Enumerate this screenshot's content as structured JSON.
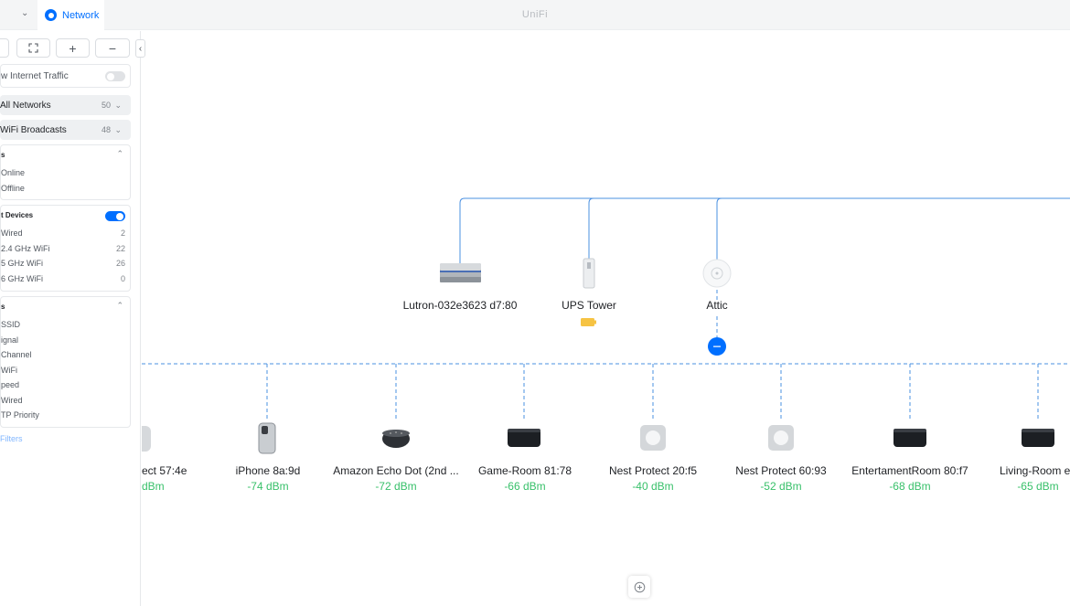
{
  "app": {
    "title": "UniFi",
    "tab_label": "Network",
    "tab_icon": "network-app-icon",
    "accent": "#006fff",
    "signal_color": "#38c06a",
    "link_color": "#4a90e2"
  },
  "toolbar": {
    "fit_icon": "fit-screen-icon",
    "zoom_in": "+",
    "zoom_out": "−",
    "collapse": "‹"
  },
  "sidebar": {
    "traffic": {
      "label": "w Internet Traffic",
      "enabled": false
    },
    "networks": {
      "label": "All Networks",
      "count": "50"
    },
    "wifi": {
      "label": "WiFi Broadcasts",
      "count": "48"
    },
    "status": {
      "title": "s",
      "items": [
        "Online",
        "Offline"
      ]
    },
    "devices": {
      "title": "t Devices",
      "enabled": true,
      "items": [
        {
          "label": "Wired",
          "count": "2"
        },
        {
          "label": "2.4 GHz WiFi",
          "count": "22"
        },
        {
          "label": "5 GHz WiFi",
          "count": "26"
        },
        {
          "label": "6 GHz WiFi",
          "count": "0"
        }
      ]
    },
    "sort": {
      "title": "s",
      "items": [
        "SSID",
        "ignal",
        "Channel",
        "WiFi",
        "peed",
        "Wired",
        "TP Priority"
      ]
    },
    "clear_filters": "Filters"
  },
  "topology": {
    "upper_nodes": [
      {
        "name": "Lutron-032e3623 d7:80"
      },
      {
        "name": "UPS Tower"
      },
      {
        "name": "Attic"
      }
    ],
    "clients": [
      {
        "name": "ect 57:4e",
        "signal": "dBm"
      },
      {
        "name": "iPhone 8a:9d",
        "signal": "-74 dBm"
      },
      {
        "name": "Amazon Echo Dot (2nd ...",
        "signal": "-72 dBm"
      },
      {
        "name": "Game-Room 81:78",
        "signal": "-66 dBm"
      },
      {
        "name": "Nest Protect 20:f5",
        "signal": "-40 dBm"
      },
      {
        "name": "Nest Protect 60:93",
        "signal": "-52 dBm"
      },
      {
        "name": "EntertamentRoom 80:f7",
        "signal": "-68 dBm"
      },
      {
        "name": "Living-Room ef:",
        "signal": "-65 dBm"
      }
    ]
  }
}
